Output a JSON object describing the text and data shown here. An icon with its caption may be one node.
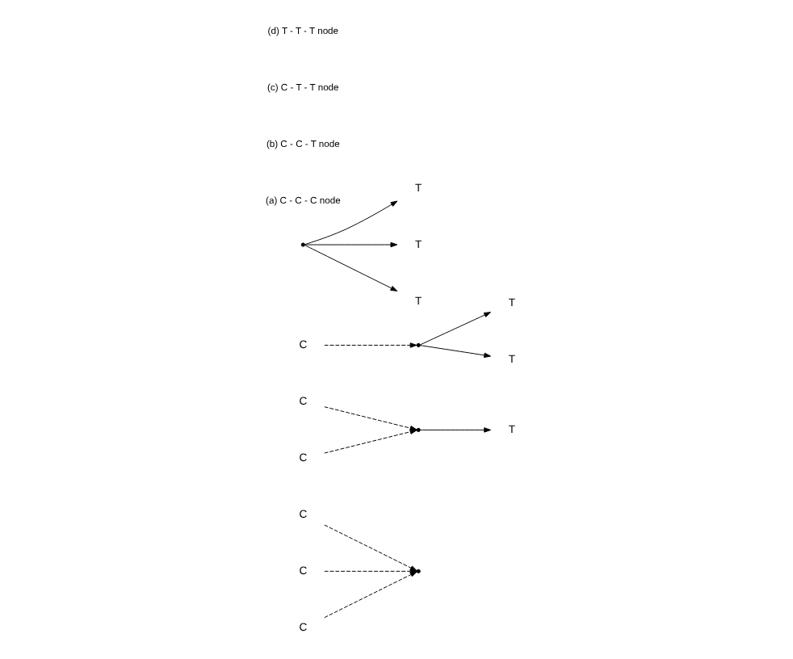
{
  "diagram": {
    "nodes": [
      {
        "text": [
          "C"
        ]
      },
      {
        "text": [],
        "shape": "point"
      },
      {
        "text": [
          "C"
        ]
      },
      {
        "text": [
          "C"
        ]
      },
      {
        "text": [
          "C"
        ]
      },
      {
        "text": [],
        "shape": "point"
      },
      {
        "text": [
          "T"
        ]
      },
      {
        "text": [
          "C"
        ]
      },
      {
        "text": [
          "T"
        ]
      },
      {
        "text": [
          "C"
        ]
      },
      {
        "text": [],
        "shape": "point"
      },
      {
        "text": [
          "T"
        ]
      },
      {
        "text": [
          "T"
        ]
      },
      {
        "text": [],
        "shape": "point"
      },
      {
        "text": [
          "T"
        ]
      },
      {
        "text": [
          "T"
        ]
      }
    ],
    "edges": [
      {
        "from": 0,
        "to": 1,
        "arrow": "to",
        "style": "dashed"
      },
      {
        "from": 2,
        "to": 1,
        "arrow": "to",
        "style": "dashed"
      },
      {
        "from": 3,
        "to": 1,
        "arrow": "to",
        "style": "dashed"
      },
      {
        "from": 4,
        "to": 5,
        "arrow": "to",
        "style": "dashed"
      },
      {
        "from": 5,
        "to": 6,
        "arrow": "to"
      },
      {
        "from": 7,
        "to": 5,
        "arrow": "to",
        "style": "dashed"
      },
      {
        "from": 10,
        "to": 8,
        "arrow": "to"
      },
      {
        "from": 9,
        "to": 10,
        "arrow": "to",
        "style": "dashed"
      },
      {
        "from": 10,
        "to": 11,
        "arrow": "to"
      },
      {
        "from": 13,
        "to": 12,
        "arrow": "to"
      },
      {
        "from": 13,
        "to": 14,
        "arrow": "to"
      },
      {
        "from": 13,
        "to": 15,
        "arrow": "to"
      }
    ],
    "labels": [
      "(a) C - C - C node",
      "(b) C - C - T node",
      "(c) C - T - T node",
      "(d) T - T - T node"
    ]
  }
}
